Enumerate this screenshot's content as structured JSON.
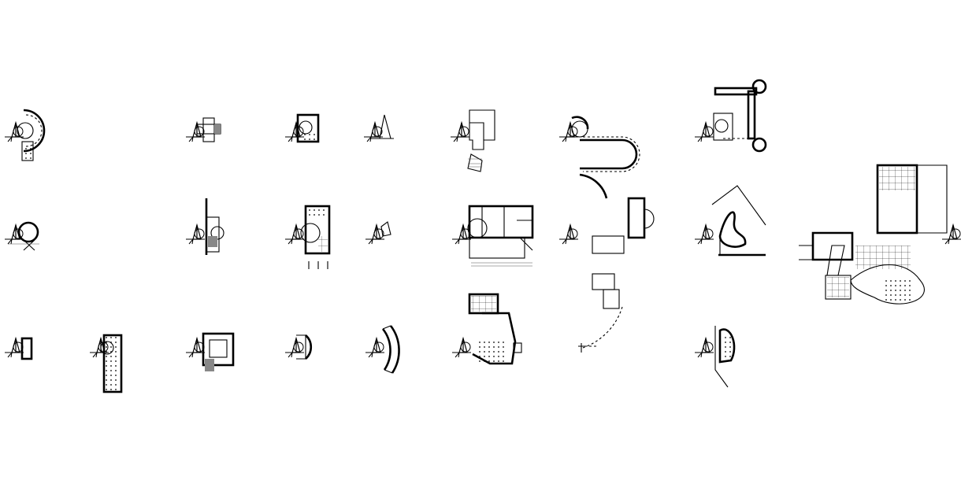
{
  "sheet": {
    "background": "#ffffff",
    "ink": "#000000",
    "grey": "#888888"
  },
  "legend_icon": "architect-north-symbol-icon",
  "plans": [
    {
      "id": "plan-r1-c1",
      "icon": "curved-wall-plan-icon"
    },
    {
      "id": "plan-r1-c2",
      "icon": "small-cross-plan-icon"
    },
    {
      "id": "plan-r1-c3",
      "icon": "square-room-plan-icon"
    },
    {
      "id": "plan-r1-c4",
      "icon": "tiny-chapel-plan-icon"
    },
    {
      "id": "plan-r1-c5",
      "icon": "stepped-block-plan-icon"
    },
    {
      "id": "plan-r1-c6",
      "icon": "serpentine-colonnade-plan-icon"
    },
    {
      "id": "plan-r1-c7",
      "icon": "towered-loop-plan-icon"
    },
    {
      "id": "plan-r2-c1",
      "icon": "round-pavilion-plan-icon"
    },
    {
      "id": "plan-r2-c2",
      "icon": "tall-tower-plan-icon"
    },
    {
      "id": "plan-r2-c3",
      "icon": "dotted-court-plan-icon"
    },
    {
      "id": "plan-r2-c4",
      "icon": "small-wing-plan-icon"
    },
    {
      "id": "plan-r2-c5",
      "icon": "complex-block-plan-icon"
    },
    {
      "id": "plan-r2-c6",
      "icon": "chained-rooms-plan-icon"
    },
    {
      "id": "plan-r2-c7",
      "icon": "organic-landscape-plan-icon"
    },
    {
      "id": "plan-r2-c8",
      "icon": "campus-masterplan-icon"
    },
    {
      "id": "plan-r3-c1",
      "icon": "box-plan-icon"
    },
    {
      "id": "plan-r3-c2",
      "icon": "long-hall-plan-icon"
    },
    {
      "id": "plan-r3-c3",
      "icon": "courtyard-plan-icon"
    },
    {
      "id": "plan-r3-c4",
      "icon": "half-round-plan-icon"
    },
    {
      "id": "plan-r3-c5",
      "icon": "arc-wall-plan-icon"
    },
    {
      "id": "plan-r3-c6",
      "icon": "hall-grid-plan-icon"
    },
    {
      "id": "plan-r3-c7",
      "icon": "hook-path-plan-icon"
    },
    {
      "id": "plan-r3-c8",
      "icon": "droplet-plan-icon"
    }
  ]
}
